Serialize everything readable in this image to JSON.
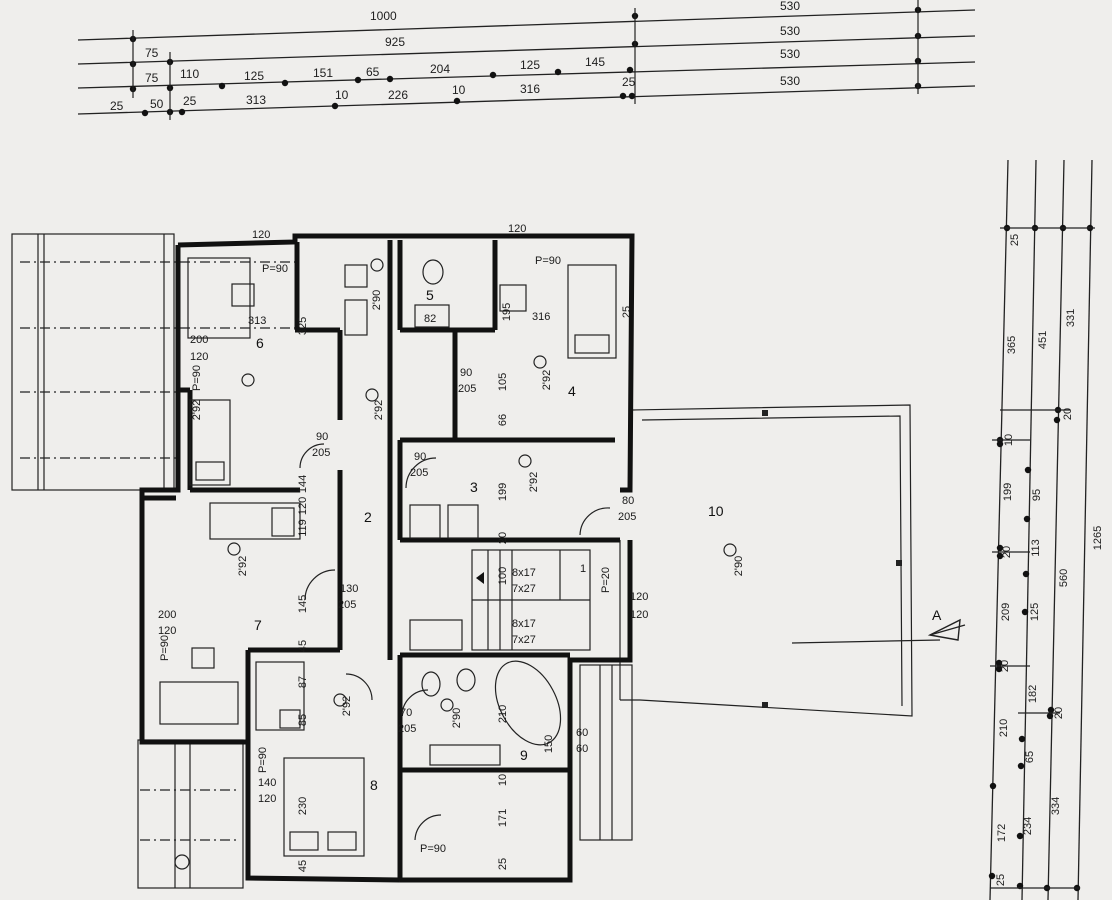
{
  "colors": {
    "paper": "#efeeec",
    "ink": "#1e1e1e"
  },
  "top_dims": {
    "row1": [
      "1000",
      "530"
    ],
    "row2": [
      "75",
      "925",
      "530"
    ],
    "row3": [
      "75",
      "110",
      "125",
      "151",
      "65",
      "204",
      "125",
      "145",
      "530"
    ],
    "row4": [
      "25",
      "50",
      "25",
      "313",
      "10",
      "226",
      "10",
      "316",
      "25",
      "530"
    ]
  },
  "right_dims": {
    "col1": [
      "25",
      "365",
      "10",
      "199",
      "20",
      "209",
      "20",
      "210",
      "172",
      "25"
    ],
    "col2": [
      "451",
      "95",
      "113",
      "125",
      "182",
      "65",
      "234"
    ],
    "col3": [
      "331",
      "20",
      "560",
      "20",
      "334"
    ],
    "col4": [
      "1265"
    ]
  },
  "rooms": [
    {
      "id": "r2",
      "label": "2"
    },
    {
      "id": "r3",
      "label": "3"
    },
    {
      "id": "r4",
      "label": "4"
    },
    {
      "id": "r5",
      "label": "5"
    },
    {
      "id": "r6",
      "label": "6"
    },
    {
      "id": "r7",
      "label": "7"
    },
    {
      "id": "r8",
      "label": "8"
    },
    {
      "id": "r9",
      "label": "9"
    },
    {
      "id": "r10",
      "label": "10"
    }
  ],
  "annotations": {
    "p90": "P=90",
    "p20": "P=20",
    "h292": "2'92",
    "h290": "2'90",
    "stair1": "8x17",
    "stair2": "7x27",
    "win120": "120",
    "win200": "200",
    "win140": "140",
    "win230": "230",
    "d90": "90",
    "d205": "205",
    "d80": "80",
    "d130": "130",
    "d60": "60",
    "d70": "70",
    "v313": "313",
    "v316": "316",
    "v325": "325",
    "v82": "82",
    "v105": "105",
    "v66": "66",
    "v199": "199",
    "v144": "144",
    "v120": "120",
    "v119": "119",
    "v145": "145",
    "v45": "45",
    "v87": "87",
    "v85": "85",
    "v210": "210",
    "v150": "150",
    "v171": "171",
    "v195": "195",
    "v25": "25",
    "v10": "10",
    "v20": "20",
    "v100": "100",
    "v1": "1",
    "section": "A"
  }
}
